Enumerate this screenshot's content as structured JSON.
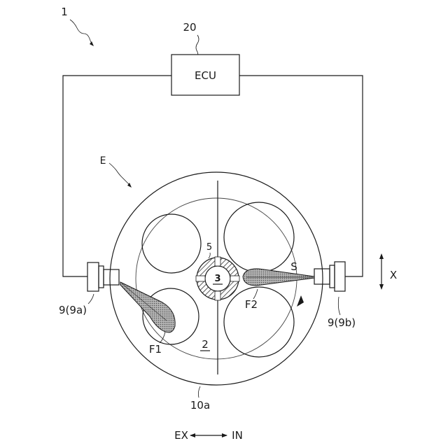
{
  "labels": {
    "ref_1": "1",
    "ref_20": "20",
    "ecu": "ECU",
    "ref_e": "E",
    "ref_5": "5",
    "ref_3": "3",
    "ref_s": "S",
    "ref_x": "X",
    "ref_f2": "F2",
    "ref_9a": "9(9a)",
    "ref_9b": "9(9b)",
    "ref_f1": "F1",
    "ref_2": "2",
    "ref_10a": "10a",
    "ex": "EX",
    "in": "IN"
  },
  "colors": {
    "line": "#1a1a1a",
    "spray_fill": "#9a9a9a",
    "background": "#ffffff"
  }
}
